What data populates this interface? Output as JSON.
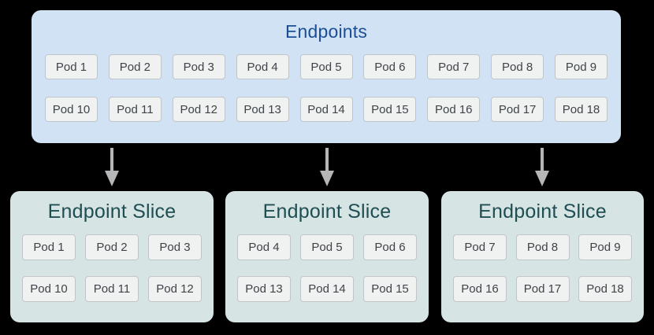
{
  "colors": {
    "background": "#000000",
    "endpoints_box": "#d0e2f4",
    "endpoints_title": "#1b4e94",
    "slice_box": "#d6e4e3",
    "slice_title": "#1f4e52",
    "pod_fill": "#f0f1f1",
    "pod_border": "#c2c5c7",
    "pod_text": "#3f4449",
    "arrow": "#b4b6b8"
  },
  "endpoints": {
    "title": "Endpoints",
    "pods_row1": [
      "Pod 1",
      "Pod 2",
      "Pod 3",
      "Pod 4",
      "Pod 5",
      "Pod 6",
      "Pod 7",
      "Pod 8",
      "Pod 9"
    ],
    "pods_row2": [
      "Pod 10",
      "Pod 11",
      "Pod 12",
      "Pod 13",
      "Pod 14",
      "Pod 15",
      "Pod 16",
      "Pod 17",
      "Pod 18"
    ]
  },
  "slices": [
    {
      "title": "Endpoint Slice",
      "pods_row1": [
        "Pod 1",
        "Pod 2",
        "Pod 3"
      ],
      "pods_row2": [
        "Pod 10",
        "Pod 11",
        "Pod 12"
      ]
    },
    {
      "title": "Endpoint Slice",
      "pods_row1": [
        "Pod 4",
        "Pod 5",
        "Pod 6"
      ],
      "pods_row2": [
        "Pod 13",
        "Pod 14",
        "Pod 15"
      ]
    },
    {
      "title": "Endpoint Slice",
      "pods_row1": [
        "Pod 7",
        "Pod 8",
        "Pod 9"
      ],
      "pods_row2": [
        "Pod 16",
        "Pod 17",
        "Pod 18"
      ]
    }
  ]
}
